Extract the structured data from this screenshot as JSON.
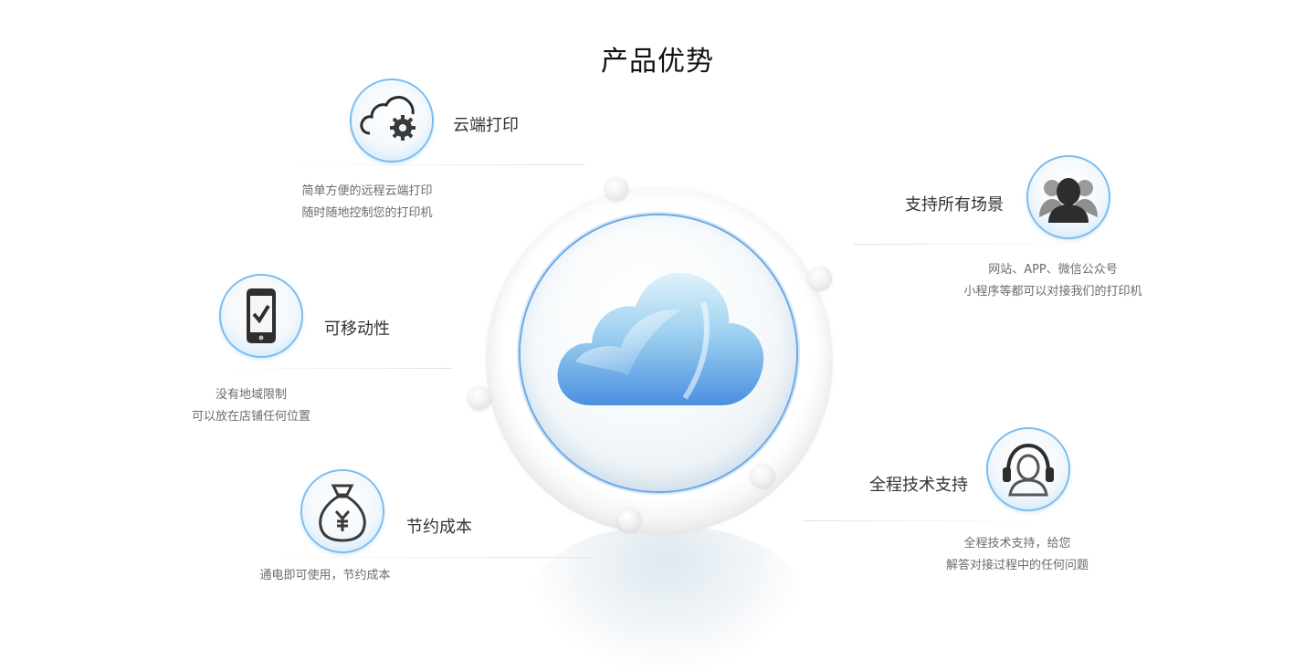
{
  "section": {
    "title": "产品优势"
  },
  "features": [
    {
      "id": "cloud-print",
      "title": "云端打印",
      "desc": [
        "简单方便的远程云端打印",
        "随时随地控制您的打印机"
      ],
      "icon": "cloud-gear-icon"
    },
    {
      "id": "all-scenes",
      "title": "支持所有场景",
      "desc": [
        "网站、APP、微信公众号",
        "小程序等都可以对接我们的打印机"
      ],
      "icon": "people-group-icon"
    },
    {
      "id": "mobile",
      "title": "可移动性",
      "desc": [
        "没有地域限制",
        "可以放在店铺任何位置"
      ],
      "icon": "phone-check-icon"
    },
    {
      "id": "support",
      "title": "全程技术支持",
      "desc": [
        "全程技术支持，给您",
        "解答对接过程中的任何问题"
      ],
      "icon": "headset-agent-icon"
    },
    {
      "id": "cost",
      "title": "节约成本",
      "desc": [
        "通电即可使用，节约成本"
      ],
      "icon": "money-bag-icon"
    }
  ],
  "colors": {
    "accent_blue": "#4a90e2",
    "ring_blue": "#78bdf0",
    "text_dark": "#333333",
    "text_muted": "#6b6b6b"
  }
}
